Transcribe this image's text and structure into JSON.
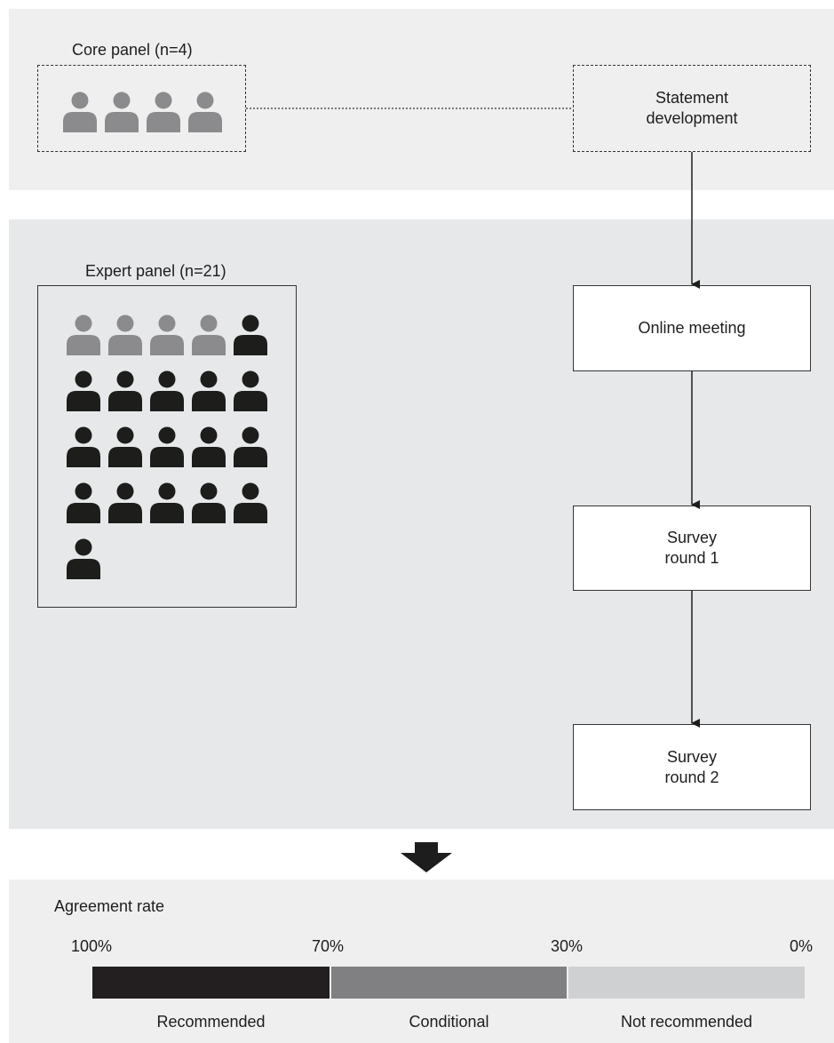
{
  "core_panel": {
    "title": "Core panel (n=4)",
    "member_count": 4
  },
  "expert_panel": {
    "title": "Expert panel (n=21)",
    "member_count": 21,
    "members_from_core_panel": 4
  },
  "steps": [
    {
      "id": "statement",
      "label": "Statement\ndevelopment"
    },
    {
      "id": "online",
      "label": "Online meeting"
    },
    {
      "id": "survey1",
      "label": "Survey\nround 1"
    },
    {
      "id": "survey2",
      "label": "Survey\nround 2"
    }
  ],
  "agreement_scale": {
    "title": "Agreement rate",
    "ticks": [
      "100%",
      "70%",
      "30%",
      "0%"
    ],
    "categories": [
      {
        "label": "Recommended",
        "color": "#231f20"
      },
      {
        "label": "Conditional",
        "color": "#808083"
      },
      {
        "label": "Not recommended",
        "color": "#cfd0d2"
      }
    ]
  },
  "colors": {
    "core_member": "#8b8b8d",
    "expert_member": "#1d1d1b",
    "background_light": "#efefef",
    "background_mid": "#e7e8ea"
  }
}
